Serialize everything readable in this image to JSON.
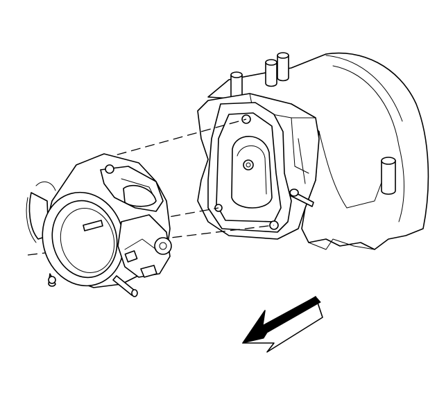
{
  "diagram": {
    "kind": "exploded-view line drawing",
    "parts": [
      "intake-manifold",
      "throttle-body-gasket",
      "throttle-body",
      "mounting-studs",
      "mounting-bolts"
    ],
    "direction_indicator": "arrow-pointing-front-lower-left",
    "colors": {
      "line": "#000000",
      "background": "#ffffff"
    }
  }
}
